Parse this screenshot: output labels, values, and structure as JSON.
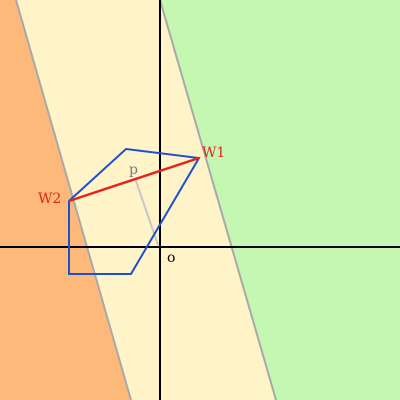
{
  "labels": {
    "w1": "W1",
    "w2": "W2",
    "p": "p",
    "o": "o"
  },
  "colors": {
    "left_region": "#fcb97a",
    "middle_band": "#fff3c8",
    "right_region": "#c4f7b2",
    "boundary": "#a9a9a9",
    "axes": "#000000",
    "polygon": "#1f4fd1",
    "segment": "#e3241b",
    "projection": "#c8c8c8",
    "point_label": "#7a7a7a"
  }
}
